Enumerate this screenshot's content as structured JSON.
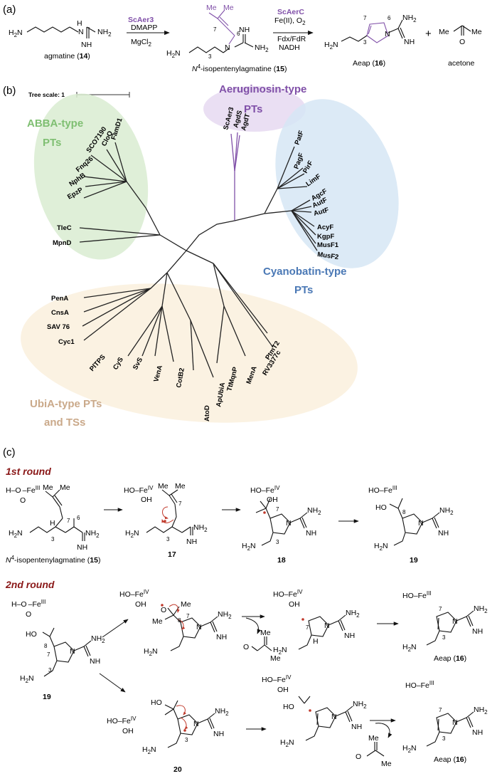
{
  "colors": {
    "purple": "#8050a8",
    "abba_green": "#7fbf72",
    "cyano_blue": "#4a78b5",
    "ubia_tan": "#caa98a",
    "round_red": "#8a1818",
    "radical_red": "#c0392b"
  },
  "panel_a": {
    "label": "(a)",
    "agmatine_name": "agmatine (",
    "agmatine_num": "14",
    "close": ")",
    "enzyme1": "ScAer3",
    "cof1a": "DMAPP",
    "cof1b": "MgCl",
    "cof1b_sub": "2",
    "prod1_name": "-isopentenylagmatine (",
    "prod1_prefix": "N",
    "prod1_sup": "4",
    "prod1_num": "15",
    "enzyme2": "ScAerC",
    "cof2a": "Fe(II), O",
    "cof2a_sub": "2",
    "cof2b": "Fdx/FdR",
    "cof2c": "NADH",
    "aeap_name": "Aeap (",
    "aeap_num": "16",
    "plus": "+",
    "acetone": "acetone",
    "me": "Me",
    "n7": "7",
    "n6": "6",
    "n3": "3"
  },
  "panel_b": {
    "label": "(b)",
    "tree_scale": "Tree scale: 1",
    "group_aerug": [
      "Aeruginosin-type",
      "PTs"
    ],
    "group_abba": [
      "ABBA-type",
      "PTs"
    ],
    "group_cyano": [
      "Cyanobatin-type",
      "PTs"
    ],
    "group_ubia": [
      "UbiA-type PTs",
      "and TSs"
    ],
    "tips_aerug": [
      "ScAer3",
      "AgdS",
      "AgdT"
    ],
    "tips_abba": [
      "FamD1",
      "CloQ",
      "SCO7190",
      "Fnq26",
      "NphB",
      "EpzP",
      "TleC",
      "MpnD"
    ],
    "tips_cyano": [
      "PatF",
      "PagF",
      "PirF",
      "LimF",
      "AgcF",
      "AutF",
      "AutF",
      "AcyF",
      "KgpF",
      "MusF1",
      "MusF2"
    ],
    "tips_ubia": [
      "PenA",
      "CnsA",
      "SAV 76",
      "Cyc1",
      "PlTPS",
      "CyS",
      "SvS",
      "VenA",
      "CotB2",
      "AtoD",
      "ApUbiA",
      "TtMqnP",
      "MenA",
      "PtmT2",
      "RV3377c"
    ]
  },
  "panel_c": {
    "label": "(c)",
    "round1": "1st round",
    "round2": "2nd round",
    "fe3": "Fe",
    "fe3_sup": "III",
    "fe4": "Fe",
    "fe4_sup": "IV",
    "ho": "HO",
    "oh": "OH",
    "h": "H",
    "o": "O",
    "me": "Me",
    "nh2": "NH",
    "nh2_sub": "2",
    "h2n": "H",
    "h2n_sub": "2",
    "h2n_n": "N",
    "nh": "NH",
    "n": "N",
    "cpd15_prefix": "N",
    "cpd15_sup": "4",
    "cpd15_name": "-isopentenylagmatine (",
    "cpd15_num": "15",
    "cpd17": "17",
    "cpd18": "18",
    "cpd19": "19",
    "cpd20": "20",
    "aeap_name": "Aeap (",
    "aeap_num": "16",
    "close": ")",
    "n7": "7",
    "n6": "6",
    "n3": "3",
    "n8": "8"
  }
}
